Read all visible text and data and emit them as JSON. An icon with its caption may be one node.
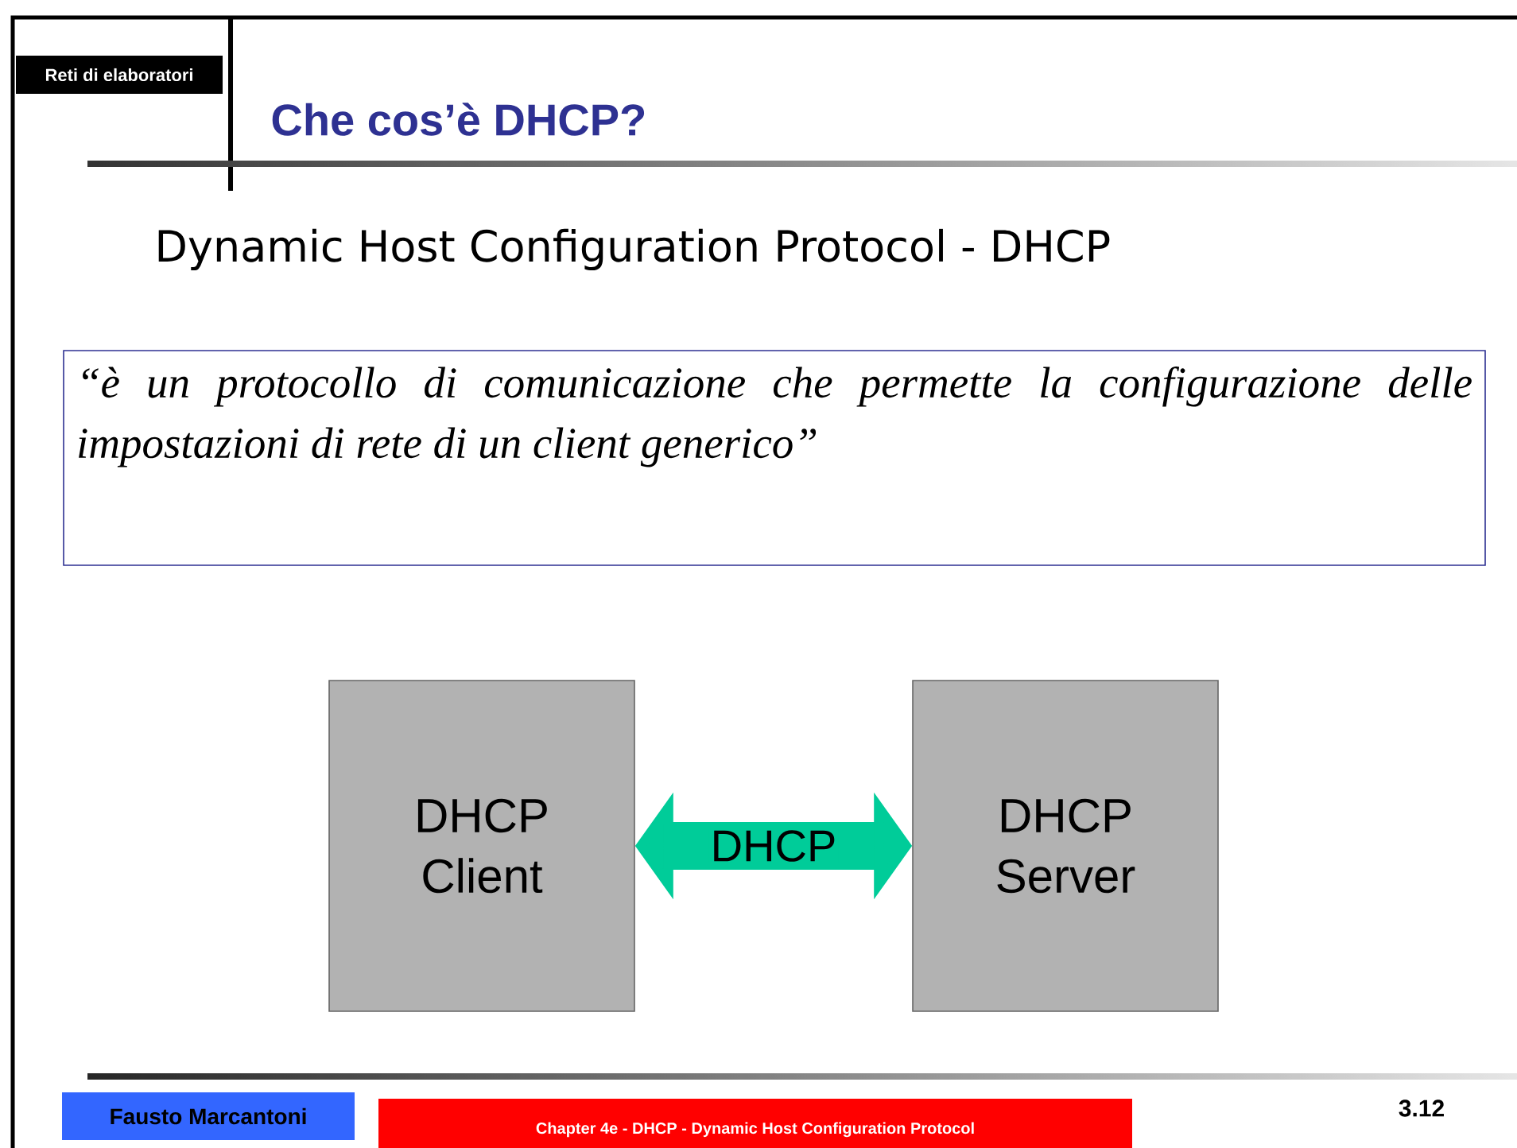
{
  "diagram": {
    "title": "Che cos’è DHCP?",
    "nodes": [
      {
        "text": [
          "“è un protocollo di comunicazione che permette la configurazione delle impostazioni di rete di un client generico”"
        ]
      },
      {
        "text": [
          "DHCP Client"
        ]
      },
      {
        "text": [
          "DHCP Server"
        ]
      }
    ],
    "edges": [
      {
        "from": 1,
        "to": 2,
        "arrow": "both",
        "label": "DHCP",
        "color": "#00cc99"
      }
    ],
    "labels": [
      "Reti di elaboratori",
      "Dynamic Host Configuration Protocol - DHCP",
      "Fausto Marcantoni",
      "Chapter 4e - DHCP - Dynamic Host Configuration Protocol",
      "3.12"
    ]
  }
}
